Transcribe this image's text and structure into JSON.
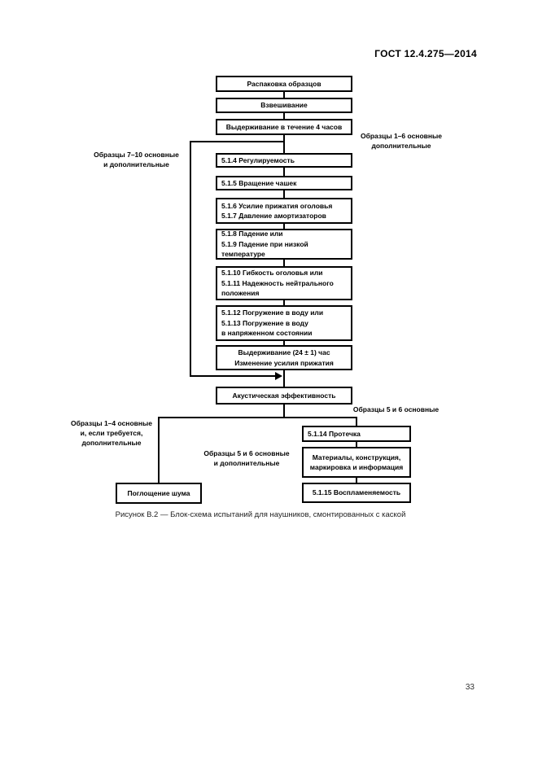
{
  "page": {
    "header": "ГОСТ 12.4.275—2014",
    "page_number": "33",
    "caption": "Рисунок В.2 — Блок-схема испытаний для наушников, смонтированных с каской"
  },
  "flowchart": {
    "boxes": {
      "unpack": "Распаковка образцов",
      "weighing": "Взвешивание",
      "conditioning_4h": "Выдерживание в течение 4 часов",
      "adjustability": "5.1.4 Регулируемость",
      "cup_rotation": "5.1.5 Вращение чашек",
      "pressing_force": "5.1.6 Усилие прижатия оголовья\n5.1.7 Давление амортизаторов",
      "drop": "5.1.8 Падение или\n5.1.9 Падение при низкой\nтемпературе",
      "headband_flex": "5.1.10 Гибкость оголовья или\n5.1.11 Надежность нейтрального\nположения",
      "immersion": "5.1.12 Погружение в воду или\n5.1.13 Погружение в воду\nв напряженном состоянии",
      "holding_24h": "Выдерживание (24 ± 1) час\nИзменение усилия прижатия",
      "acoustic_efficiency": "Акустическая эффективность",
      "sound_absorption": "Поглощение шума",
      "leakage": "5.1.14 Протечка",
      "materials": "Материалы, конструкция,\nмаркировка и информация",
      "flammability": "5.1.15 Воспламеняемость"
    },
    "labels": {
      "samples_7_10": "Образцы 7–10 основные\nи дополнительные",
      "samples_1_6": "Образцы 1–6 основные\nдополнительные",
      "samples_5_6_main": "Образцы 5 и 6 основные",
      "samples_1_4": "Образцы 1–4 основные\nи, если требуется,\nдополнительные",
      "samples_5_6_add": "Образцы 5 и 6 основные\nи дополнительные"
    }
  }
}
